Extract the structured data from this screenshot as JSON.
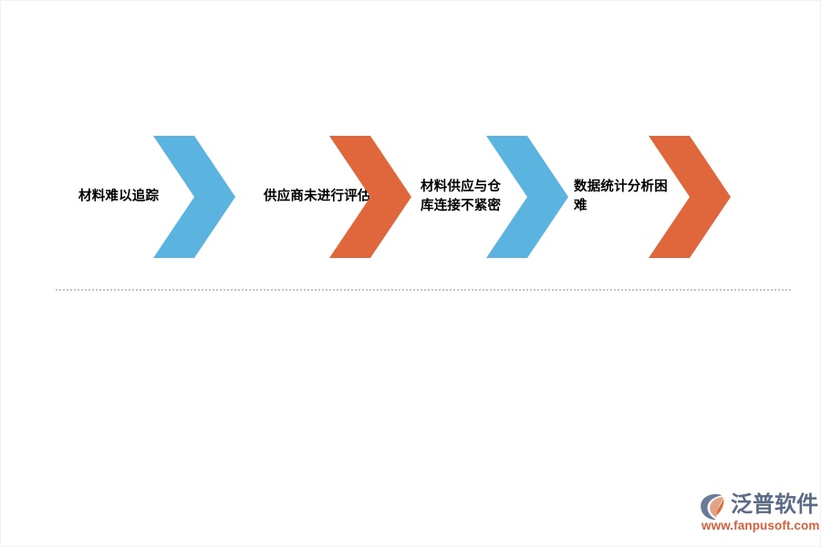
{
  "page": {
    "background_color": "#ffffff",
    "border_color": "#f2f2f2"
  },
  "colors": {
    "chevron_blue": "#5BB3E0",
    "chevron_orange": "#E0663C",
    "divider_gray": "#c4c4c4",
    "logo_text": "#5b6a86",
    "logo_url": "#d4603a",
    "label_text": "#000000"
  },
  "flow": {
    "steps": [
      {
        "label": "材料难以追踪",
        "chevron_color": "#5BB3E0",
        "chevron_name": "chevron-blue"
      },
      {
        "label": "供应商未进行评估",
        "chevron_color": "#E0663C",
        "chevron_name": "chevron-orange"
      },
      {
        "label": "材料供应与仓库连接不紧密",
        "chevron_color": "#5BB3E0",
        "chevron_name": "chevron-blue"
      },
      {
        "label": "数据统计分析困难",
        "chevron_color": "#E0663C",
        "chevron_name": "chevron-orange"
      }
    ]
  },
  "divider": {
    "style": "dotted",
    "color": "#c4c4c4"
  },
  "footer": {
    "logo_icon": "fanpu-arc-leaf-logo",
    "brand_name": "泛普软件",
    "website": "www.fanpusoft.com"
  }
}
